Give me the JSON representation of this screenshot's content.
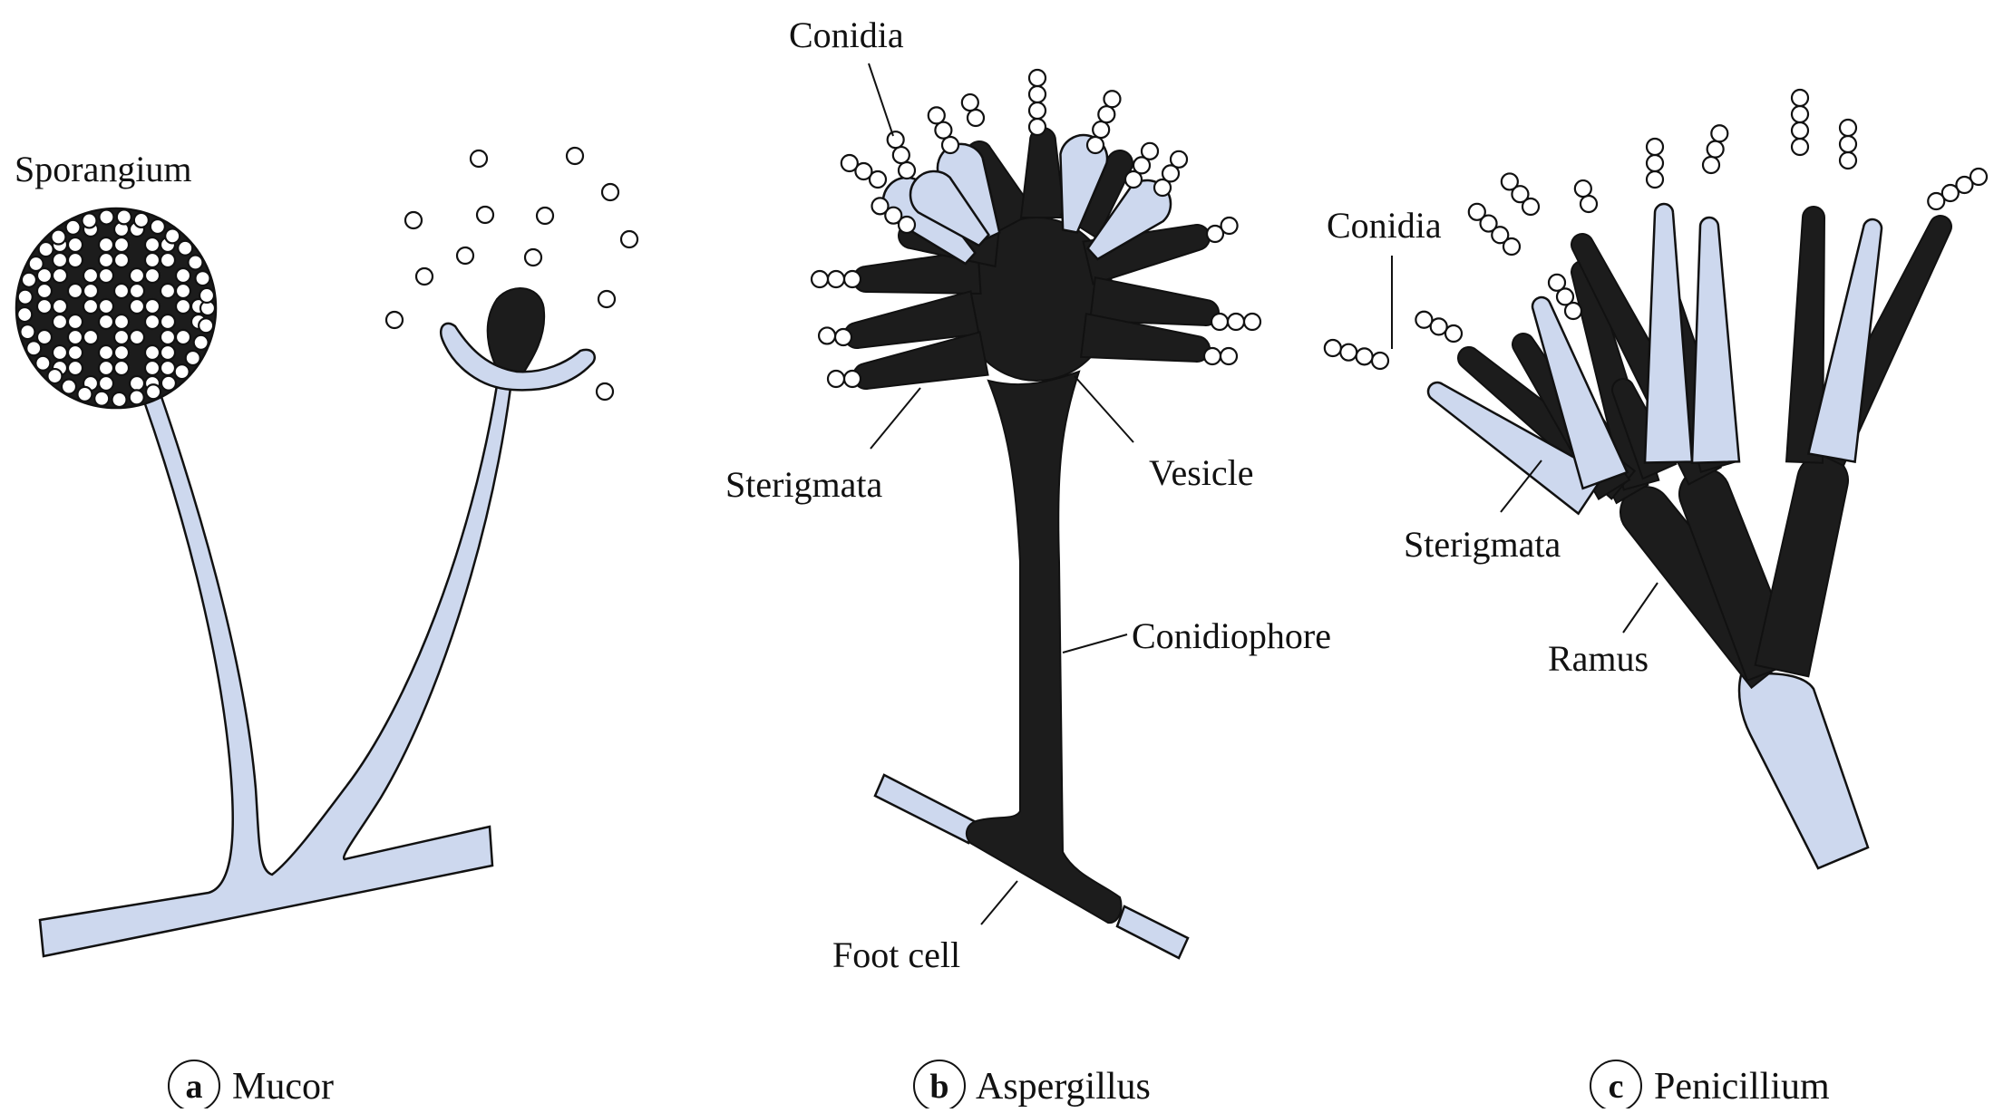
{
  "colors": {
    "light": "#cdd8ee",
    "dark": "#1c1c1c",
    "ink": "#111111"
  },
  "panels": {
    "a": {
      "letter": "a",
      "name": "Mucor",
      "labels": {
        "sporangium": "Sporangium"
      }
    },
    "b": {
      "letter": "b",
      "name": "Aspergillus",
      "labels": {
        "conidia": "Conidia",
        "sterigmata": "Sterigmata",
        "vesicle": "Vesicle",
        "conidiophore": "Conidiophore",
        "foot_cell": "Foot cell"
      }
    },
    "c": {
      "letter": "c",
      "name": "Penicillium",
      "labels": {
        "conidia": "Conidia",
        "sterigmata": "Sterigmata",
        "ramus": "Ramus"
      }
    }
  }
}
